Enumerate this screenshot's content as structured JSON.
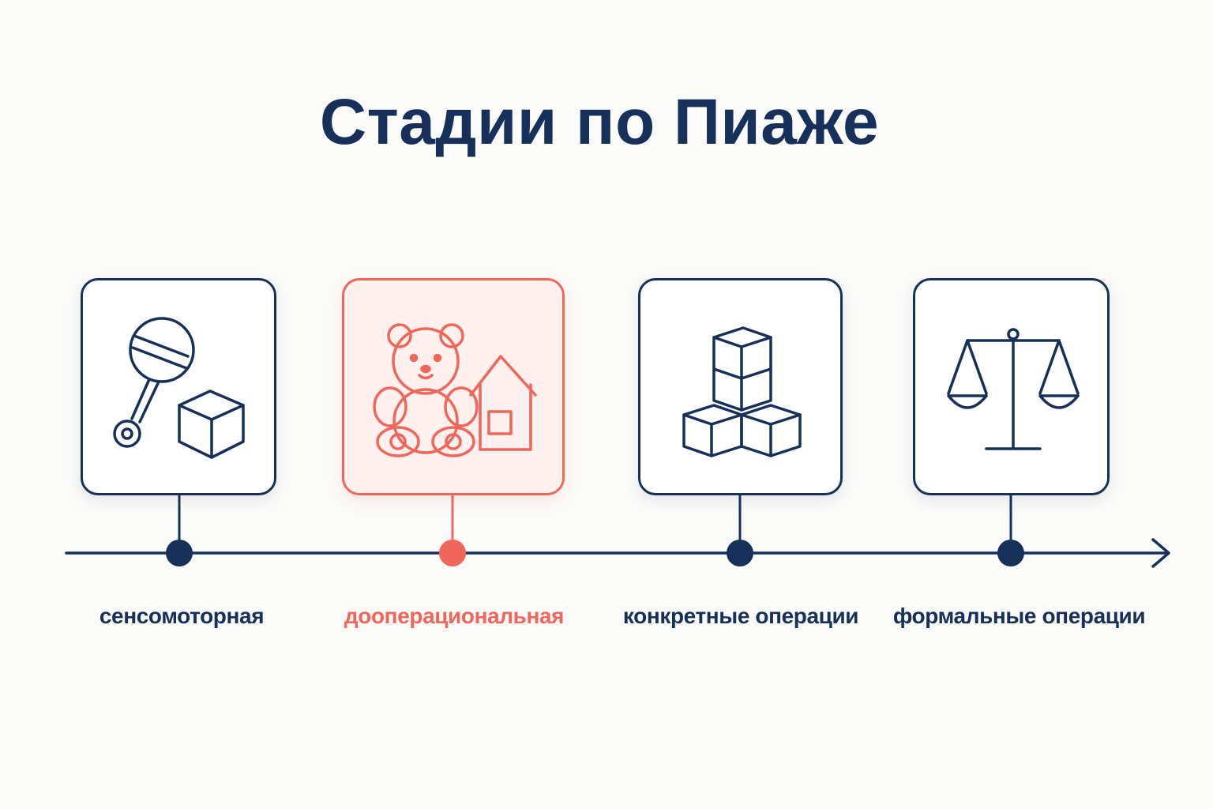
{
  "title": "Стадии по Пиаже",
  "colors": {
    "primary": "#17305a",
    "accent": "#f1665a",
    "background": "#fbfbf9",
    "active_card_fill": "#fff1ee"
  },
  "stages": [
    {
      "label": "сенсомоторная",
      "icon": "rattle-and-cube-icon",
      "active": false
    },
    {
      "label": "дооперациональная",
      "icon": "teddy-bear-and-house-icon",
      "active": true
    },
    {
      "label": "конкретные операции",
      "icon": "stacked-cubes-icon",
      "active": false
    },
    {
      "label": "формальные операции",
      "icon": "balance-scale-icon",
      "active": false
    }
  ]
}
